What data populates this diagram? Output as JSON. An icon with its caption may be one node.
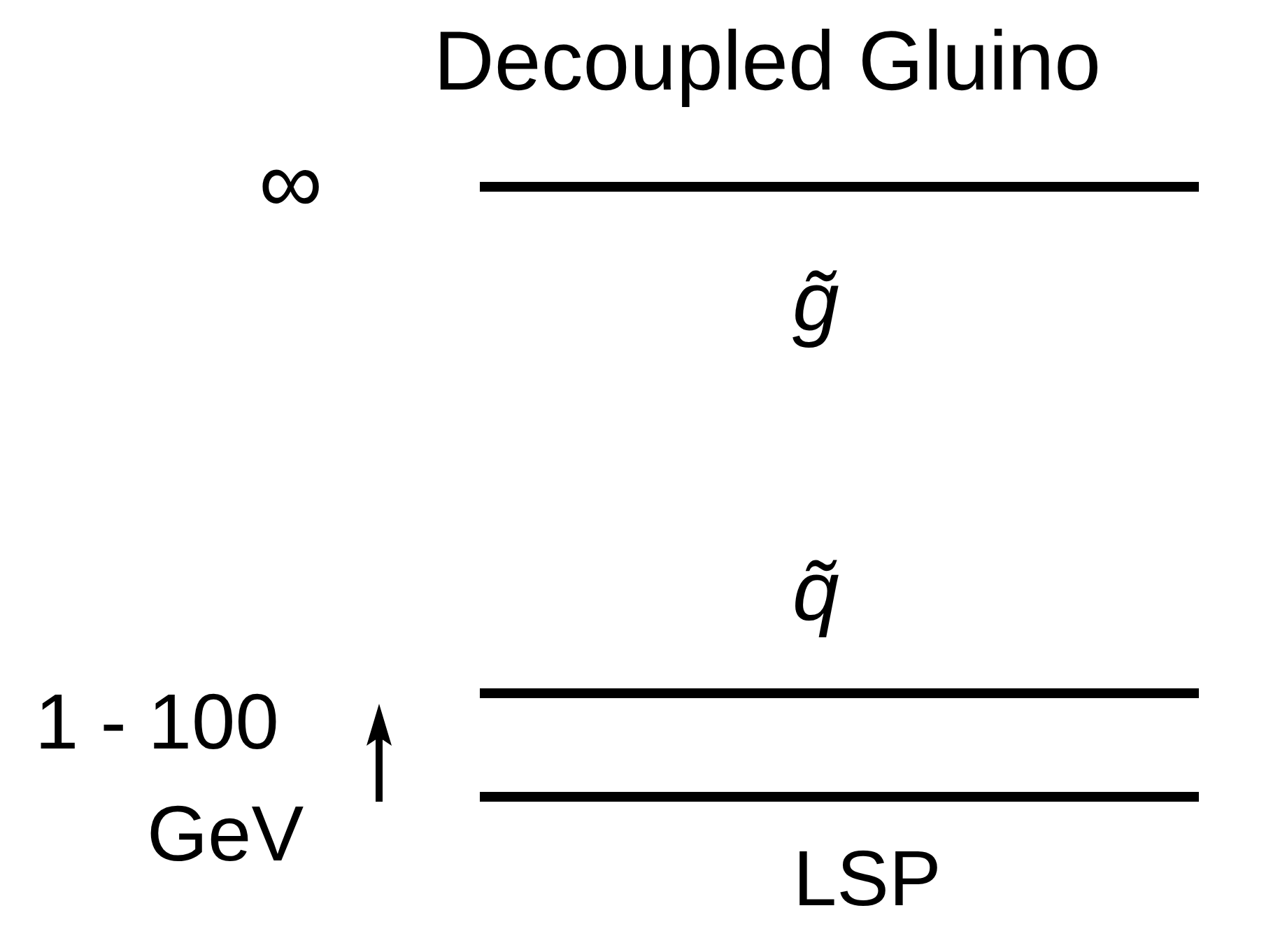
{
  "diagram": {
    "title": "Decoupled Gluino",
    "labels": [
      "∞",
      "g̃",
      "q̃",
      "1 - 100",
      "GeV",
      "LSP"
    ]
  }
}
